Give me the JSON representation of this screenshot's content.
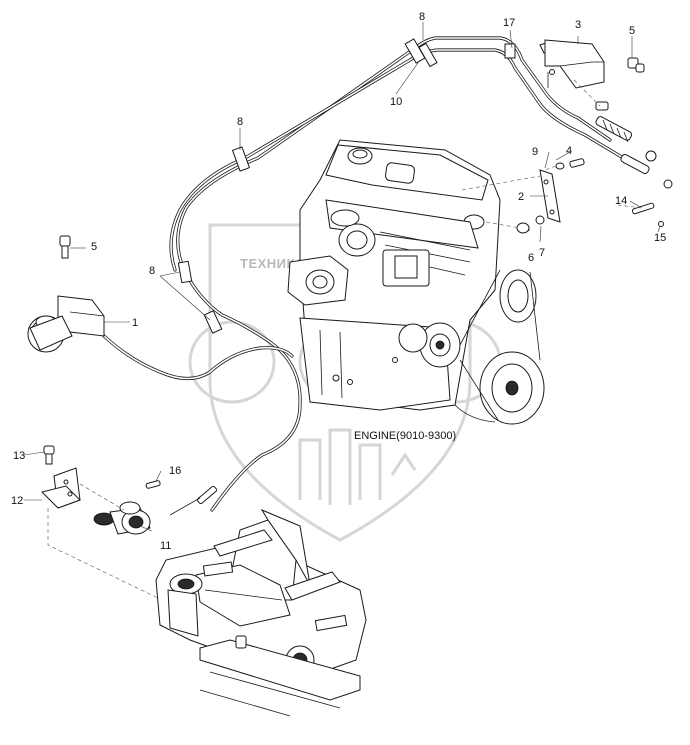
{
  "caption": "ENGINE(9010-9300)",
  "watermark": "ТЕХНИКА ПАРТС",
  "callouts": {
    "c1": "1",
    "c2": "2",
    "c3": "3",
    "c4": "4",
    "c5a": "5",
    "c5b": "5",
    "c6": "6",
    "c7": "7",
    "c8a": "8",
    "c8b": "8",
    "c8c": "8",
    "c9": "9",
    "c10": "10",
    "c11": "11",
    "c12": "12",
    "c13": "13",
    "c14": "14",
    "c15": "15",
    "c16": "16",
    "c17": "17"
  }
}
